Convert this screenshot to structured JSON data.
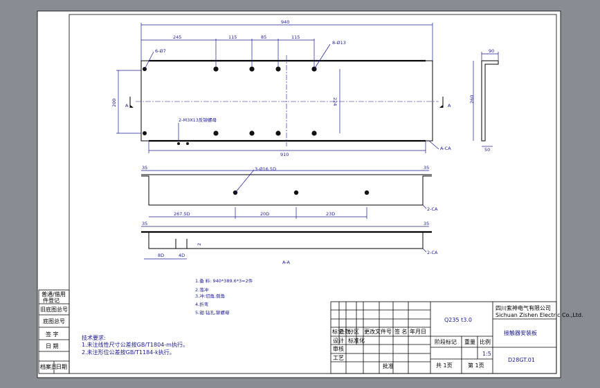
{
  "drawing": {
    "overall_width": "940",
    "inner_width": "910",
    "hole_pitch_1": "245",
    "hole_pitch_2": "115",
    "hole_pitch_3": "85",
    "hole_pitch_4": "115",
    "height_outer": "200",
    "height_inner": "224",
    "hole_callout_small": "6-Ø7",
    "hole_callout_large": "8-Ø13",
    "rivet_callout": "2-M3X13反铆螺母",
    "section_marker": "A",
    "side_width": "90",
    "side_height": "260",
    "side_bottom": "50",
    "corner_callout": "A-CA",
    "flange_left": "35",
    "flange_right": "35",
    "hole_callout_mid": "3-Ø16.5D",
    "mid_spacing_1": "267.5D",
    "mid_spacing_2": "20D",
    "mid_spacing_3": "23D",
    "corner_callout_2": "2-CA",
    "corner_callout_3": "2-CA",
    "bottom_flange_left": "35",
    "bottom_flange_right": "35",
    "bottom_dim_1": "8D",
    "bottom_dim_2": "4D",
    "bottom_dim_3": "2",
    "section_label": "A-A",
    "process_notes": [
      "1.备 料: 940*389.6*3=2件",
      "2.落冲",
      "3.冲:切角,倒角",
      "4.折弯",
      "5.钳:钻孔,铆螺母"
    ],
    "tech_title": "技术要求:",
    "tech_notes": [
      "1.未注线性尺寸公差按GB/T1804-m执行。",
      "2.未注形位公差按GB/T1184-k执行。"
    ]
  },
  "side_panel": {
    "rows": [
      "普通/借用",
      "件登记",
      "旧底图总号",
      "底图总号",
      "签 字",
      "日 期",
      "档案员",
      "日期"
    ]
  },
  "title_block": {
    "material": "Q235  t3.0",
    "company_cn": "四川紫神电气有限公司",
    "company_en": "Sichuan Zishen Electric Co.,Ltd.",
    "part_name": "接触器安装板",
    "drawing_no": "D28GT.01",
    "stage_mark_label": "阶段标记",
    "weight_label": "重量",
    "scale_label": "比例",
    "scale_value": "1:5",
    "sheet_total": "共 1页",
    "sheet_no": "第 1页",
    "rev_headers": [
      "标记",
      "处数",
      "分区",
      "更改文件号",
      "签 名",
      "年月日"
    ],
    "role_labels": [
      "设计",
      "标准化",
      "审核",
      "工艺",
      "批准"
    ]
  }
}
